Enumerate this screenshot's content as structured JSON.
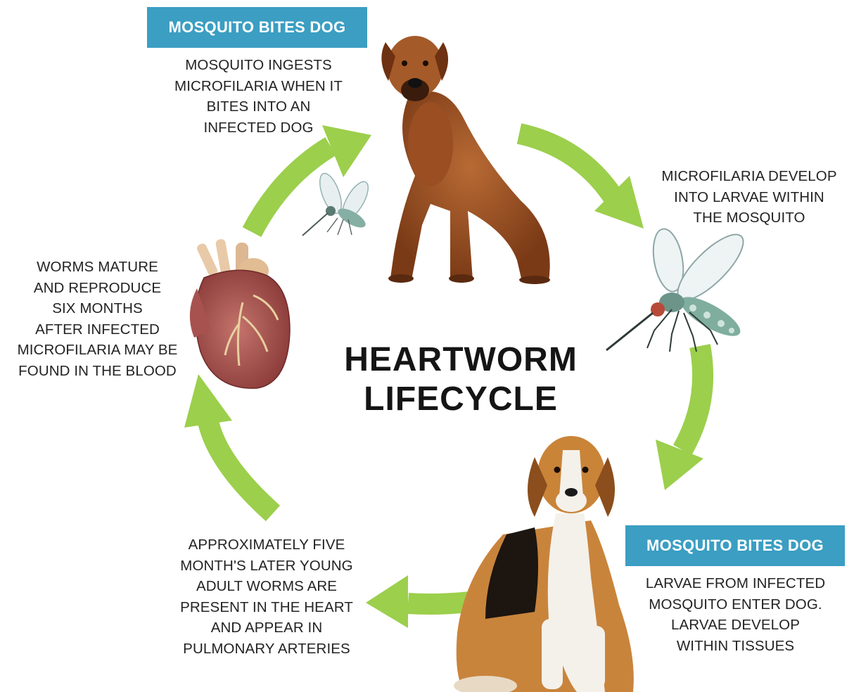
{
  "title": {
    "line1": "HEARTWORM",
    "line2": "LIFECYCLE"
  },
  "stages": {
    "top": {
      "banner": "MOSQUITO BITES DOG",
      "lines": [
        "MOSQUITO INGESTS",
        "MICROFILARIA WHEN IT",
        "BITES INTO AN",
        "INFECTED DOG"
      ]
    },
    "right": {
      "lines": [
        "MICROFILARIA DEVELOP",
        "INTO LARVAE WITHIN",
        "THE MOSQUITO"
      ]
    },
    "bottom_right": {
      "banner": "MOSQUITO BITES DOG",
      "lines": [
        "LARVAE FROM INFECTED",
        "MOSQUITO ENTER DOG.",
        "LARVAE DEVELOP",
        "WITHIN TISSUES"
      ]
    },
    "bottom_left": {
      "lines": [
        "APPROXIMATELY FIVE",
        "MONTH'S LATER YOUNG",
        "ADULT WORMS ARE",
        "PRESENT IN THE HEART",
        "AND APPEAR IN",
        "PULMONARY ARTERIES"
      ]
    },
    "left": {
      "lines": [
        "WORMS MATURE",
        "AND REPRODUCE",
        "SIX MONTHS",
        "AFTER INFECTED",
        "MICROFILARIA MAY BE",
        "FOUND IN THE BLOOD"
      ]
    }
  },
  "colors": {
    "banner": "#3b9ec2",
    "arrow": "#9ccf4c",
    "text": "#232323"
  },
  "icons": [
    "brown-dog-icon",
    "beagle-icon",
    "mosquito-icon",
    "heart-icon",
    "cycle-arrow-icon"
  ]
}
